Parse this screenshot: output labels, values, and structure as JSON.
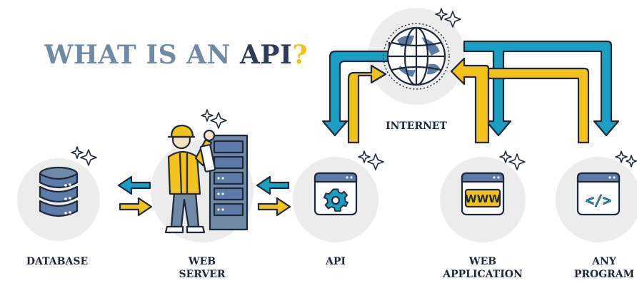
{
  "title": {
    "part1": "WHAT IS AN ",
    "part2": "API",
    "part3": "?"
  },
  "labels": {
    "internet": "INTERNET",
    "database": "DATABASE",
    "web_server_l1": "WEB",
    "web_server_l2": "SERVER",
    "api": "API",
    "web_app_l1": "WEB",
    "web_app_l2": "APPLICATION",
    "any_program_l1": "ANY",
    "any_program_l2": "PROGRAM"
  },
  "icons": {
    "www": "WWW",
    "code": "</>"
  },
  "colors": {
    "title_gray_blue": "#6f8aa6",
    "title_navy": "#2e3a5a",
    "accent_yellow": "#f2c21b",
    "arrow_blue": "#1a9fc4",
    "icon_blue": "#5b7ba8",
    "circle_gray": "#ececec",
    "outline": "#1f2838"
  }
}
